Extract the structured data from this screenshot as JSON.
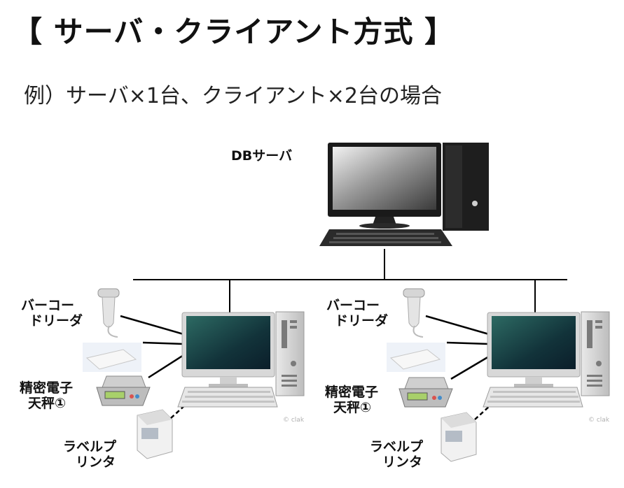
{
  "title": "【 サーバ・クライアント方式 】",
  "subtitle": "例）サーバ×1台、クライアント×2台の場合",
  "server": {
    "label": "DBサーバ"
  },
  "clients": [
    {
      "barcode_reader": [
        "バーコー",
        "ドリーダ"
      ],
      "balance": [
        "精密電子",
        "天秤①"
      ],
      "label_printer": [
        "ラベルプ",
        "リンタ"
      ],
      "watermark": "© clak"
    },
    {
      "barcode_reader": [
        "バーコー",
        "ドリーダ"
      ],
      "balance": [
        "精密電子",
        "天秤①"
      ],
      "label_printer": [
        "ラベルプ",
        "リンタ"
      ],
      "watermark": "© clak"
    }
  ]
}
